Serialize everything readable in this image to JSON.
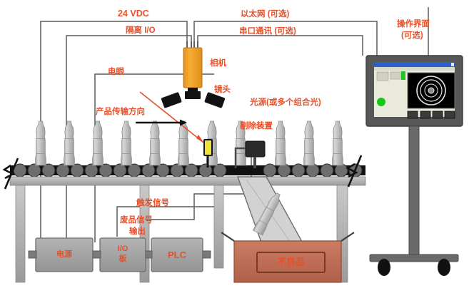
{
  "diagram": {
    "title": "machine-vision-inspection-line",
    "background": "#ffffff",
    "label_color": "#E8502A"
  },
  "signal_labels": {
    "power_24vdc": "24 VDC",
    "isolated_io": "隔离 I/O",
    "ethernet_optional": "以太网 (可选)",
    "serial_optional": "串口通讯 (可选)",
    "operator_interface": "操作界面",
    "operator_interface_optional": "(可选)",
    "trigger_signal": "触发信号",
    "reject_signal": "废品信号",
    "reject_signal_output": "输出"
  },
  "component_labels": {
    "camera": "相机",
    "lens": "镜头",
    "light_source": "光源(或多个组合光)",
    "photo_eye": "电眼",
    "conveyor_direction": "产品传输方向",
    "reject_device": "剔除装置",
    "defect_bin": "不良品"
  },
  "control_boxes": [
    {
      "name": "power-supply",
      "label": "电源"
    },
    {
      "name": "io-board",
      "label": "I/O\n板",
      "line1": "I/O",
      "line2": "板"
    },
    {
      "name": "plc",
      "label": "PLC"
    }
  ],
  "hmi_screen": {
    "titlebar_color": "#2C62C8",
    "panel_color": "#EAEADC",
    "image_panel_color": "#000000",
    "status_indicator_color": "#14C814",
    "thumbnail_count": 4
  },
  "colors": {
    "camera_body": "#F2A229",
    "lens_black": "#121212",
    "sensor_yellow": "#EDE23B",
    "conveyor_dark": "#111111",
    "roller_gray": "#6E6E6E",
    "frame_gray": "#A8A8A8",
    "box_gray": "#9D9D9D",
    "bin_orange": "#C4705A",
    "monitor_gray": "#575757",
    "wire_gray": "#5A5A5A"
  },
  "counts": {
    "bottles_on_conveyor": 11,
    "rollers": 19,
    "caster_wheels": 2
  }
}
